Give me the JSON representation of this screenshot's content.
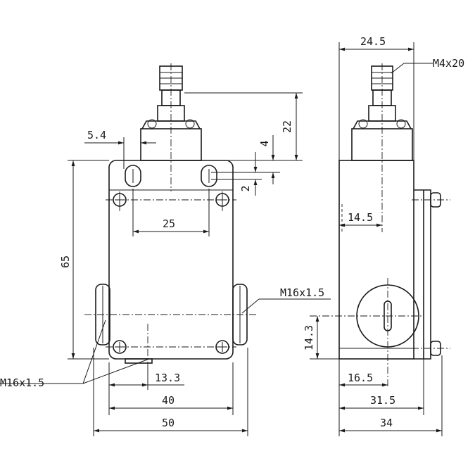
{
  "dimensions": {
    "top_width_side": "24.5",
    "thread_top": "M4x20",
    "height_actuator": "22",
    "offset_54": "5.4",
    "offset_4": "4",
    "offset_2": "2",
    "hole_spacing": "25",
    "body_height": "65",
    "thread_right": "M16x1.5",
    "thread_left": "M16x1.5",
    "width_133": "13.3",
    "width_40": "40",
    "width_50": "50",
    "side_145": "14.5",
    "side_143": "14.3",
    "side_165": "16.5",
    "side_315": "31.5",
    "side_34": "34"
  }
}
